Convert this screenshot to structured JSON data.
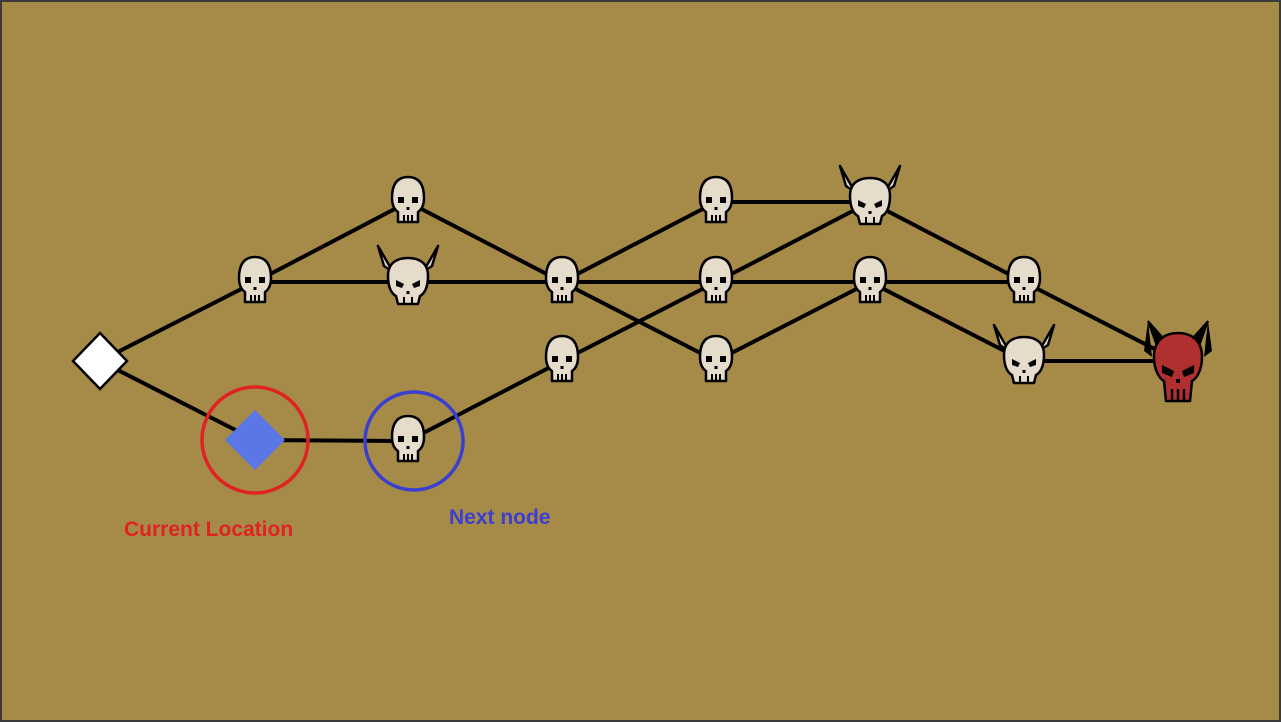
{
  "colors": {
    "background": "#a68a48",
    "border": "#3a3a3a",
    "edge": "#000000",
    "skull_fill": "#e6dccb",
    "skull_outline": "#000000",
    "start_fill": "#ffffff",
    "current_fill": "#5b77e6",
    "boss_fill": "#b03030",
    "boss_horns": "#000000",
    "current_circle": "#e02222",
    "next_circle": "#3a3fd0"
  },
  "annotations": {
    "current_label": "Current Location",
    "next_label": "Next node"
  },
  "map": {
    "nodes": [
      {
        "id": "start",
        "type": "start-diamond",
        "state": "visited"
      },
      {
        "id": "n1",
        "type": "skull"
      },
      {
        "id": "current",
        "type": "current-diamond",
        "state": "current"
      },
      {
        "id": "n3",
        "type": "skull"
      },
      {
        "id": "n4",
        "type": "horned-skull"
      },
      {
        "id": "next",
        "type": "skull",
        "state": "next"
      },
      {
        "id": "n6",
        "type": "skull"
      },
      {
        "id": "n7",
        "type": "skull"
      },
      {
        "id": "n8",
        "type": "skull"
      },
      {
        "id": "n9",
        "type": "skull"
      },
      {
        "id": "n10",
        "type": "skull"
      },
      {
        "id": "n11",
        "type": "horned-skull"
      },
      {
        "id": "n12",
        "type": "skull"
      },
      {
        "id": "n13",
        "type": "skull"
      },
      {
        "id": "n14",
        "type": "horned-skull"
      },
      {
        "id": "boss",
        "type": "boss-skull"
      }
    ],
    "edges": [
      [
        "start",
        "n1"
      ],
      [
        "start",
        "current"
      ],
      [
        "n1",
        "n3"
      ],
      [
        "n1",
        "n4"
      ],
      [
        "current",
        "next"
      ],
      [
        "n3",
        "n6"
      ],
      [
        "n4",
        "n6"
      ],
      [
        "next",
        "n7"
      ],
      [
        "n6",
        "n8"
      ],
      [
        "n6",
        "n9"
      ],
      [
        "n6",
        "n10"
      ],
      [
        "n7",
        "n9"
      ],
      [
        "n8",
        "n11"
      ],
      [
        "n9",
        "n11"
      ],
      [
        "n9",
        "n12"
      ],
      [
        "n10",
        "n12"
      ],
      [
        "n11",
        "n13"
      ],
      [
        "n12",
        "n13"
      ],
      [
        "n12",
        "n14"
      ],
      [
        "n13",
        "boss"
      ],
      [
        "n14",
        "boss"
      ]
    ]
  }
}
